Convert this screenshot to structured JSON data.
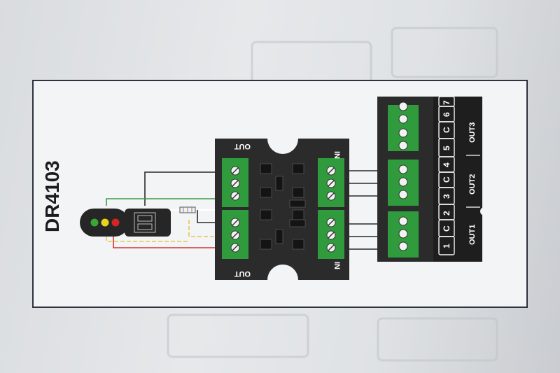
{
  "model": "DR4103",
  "decoder": {
    "out_label_top": "OUT",
    "out_label_bottom": "OUT",
    "in_label_top": "IN",
    "in_label_bottom": "IN"
  },
  "strip": {
    "pin_labels": [
      "1",
      "C",
      "2",
      "3",
      "C",
      "4",
      "5",
      "C",
      "6",
      "7"
    ],
    "group_labels": [
      "OUT1",
      "OUT2",
      "OUT3"
    ]
  },
  "signal": {
    "lamp_colors": [
      "#3aa635",
      "#e8d21d",
      "#d62323"
    ]
  },
  "colors": {
    "terminal_green": "#2f9b3c",
    "board_dark": "#2b2b2b",
    "wire_red": "#d8322f",
    "wire_yellow": "#e6c84a",
    "wire_green": "#3f9a4a"
  }
}
